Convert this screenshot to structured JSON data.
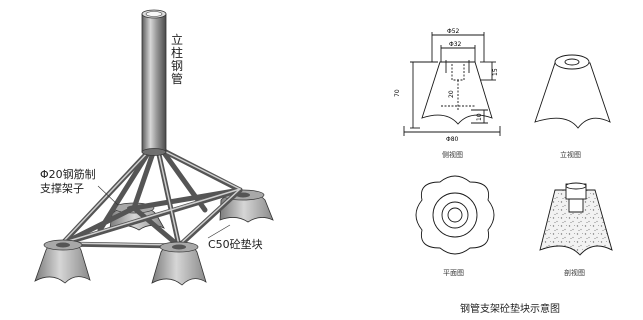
{
  "left_illustration": {
    "post_label": "立柱钢管",
    "brace_label_line1": "Φ20钢筋制",
    "brace_label_line2": "支撑架子",
    "block_label": "C50砼垫块"
  },
  "views": {
    "side_view": {
      "caption": "侧视图",
      "dims": {
        "top_outer": "Φ52",
        "top_inner": "Φ32",
        "bottom": "Φ80",
        "height": "70",
        "hole_depth": "15",
        "inner_depth": "20",
        "base_gap": "10"
      }
    },
    "elevation_view": {
      "caption": "立视图"
    },
    "plan_view": {
      "caption": "平面图"
    },
    "section_view": {
      "caption": "剖视图"
    }
  },
  "figure_title": "钢管支架砼垫块示意图",
  "colors": {
    "steel_dark": "#6e6e6e",
    "steel_light": "#c9c9c9",
    "concrete": "#bfbfbf",
    "line": "#1a1a1a"
  }
}
